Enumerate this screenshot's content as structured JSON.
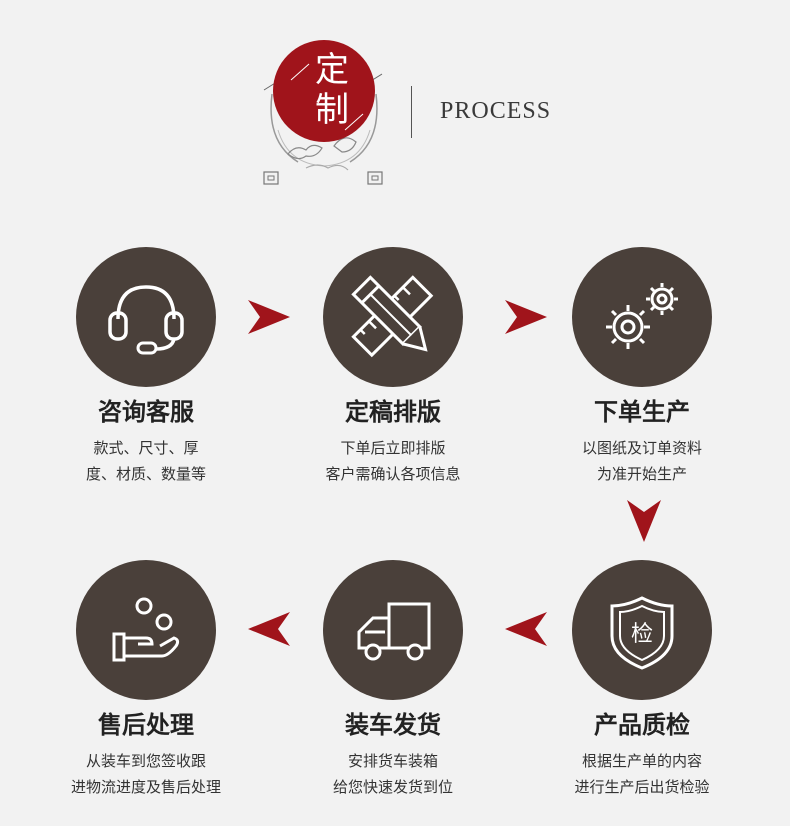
{
  "header": {
    "badge_char_1": "定",
    "badge_char_2": "制",
    "process_word": "PROCESS"
  },
  "colors": {
    "accent_red": "#a0141b",
    "circle_brown": "#4a403a",
    "background": "#f2f2f2"
  },
  "steps": [
    {
      "icon": "headset-icon",
      "title": "咨询客服",
      "desc1": "款式、尺寸、厚",
      "desc2": "度、材质、数量等"
    },
    {
      "icon": "pencil-ruler-icon",
      "title": "定稿排版",
      "desc1": "下单后立即排版",
      "desc2": "客户需确认各项信息"
    },
    {
      "icon": "gears-icon",
      "title": "下单生产",
      "desc1": "以图纸及订单资料",
      "desc2": "为准开始生产"
    },
    {
      "icon": "inspection-shield-icon",
      "title": "产品质检",
      "desc1": "根据生产单的内容",
      "desc2": "进行生产后出货检验",
      "badge": "检"
    },
    {
      "icon": "truck-icon",
      "title": "装车发货",
      "desc1": "安排货车装箱",
      "desc2": "给您快速发货到位"
    },
    {
      "icon": "hand-receive-icon",
      "title": "售后处理",
      "desc1": "从装车到您签收跟",
      "desc2": "进物流进度及售后处理"
    }
  ]
}
